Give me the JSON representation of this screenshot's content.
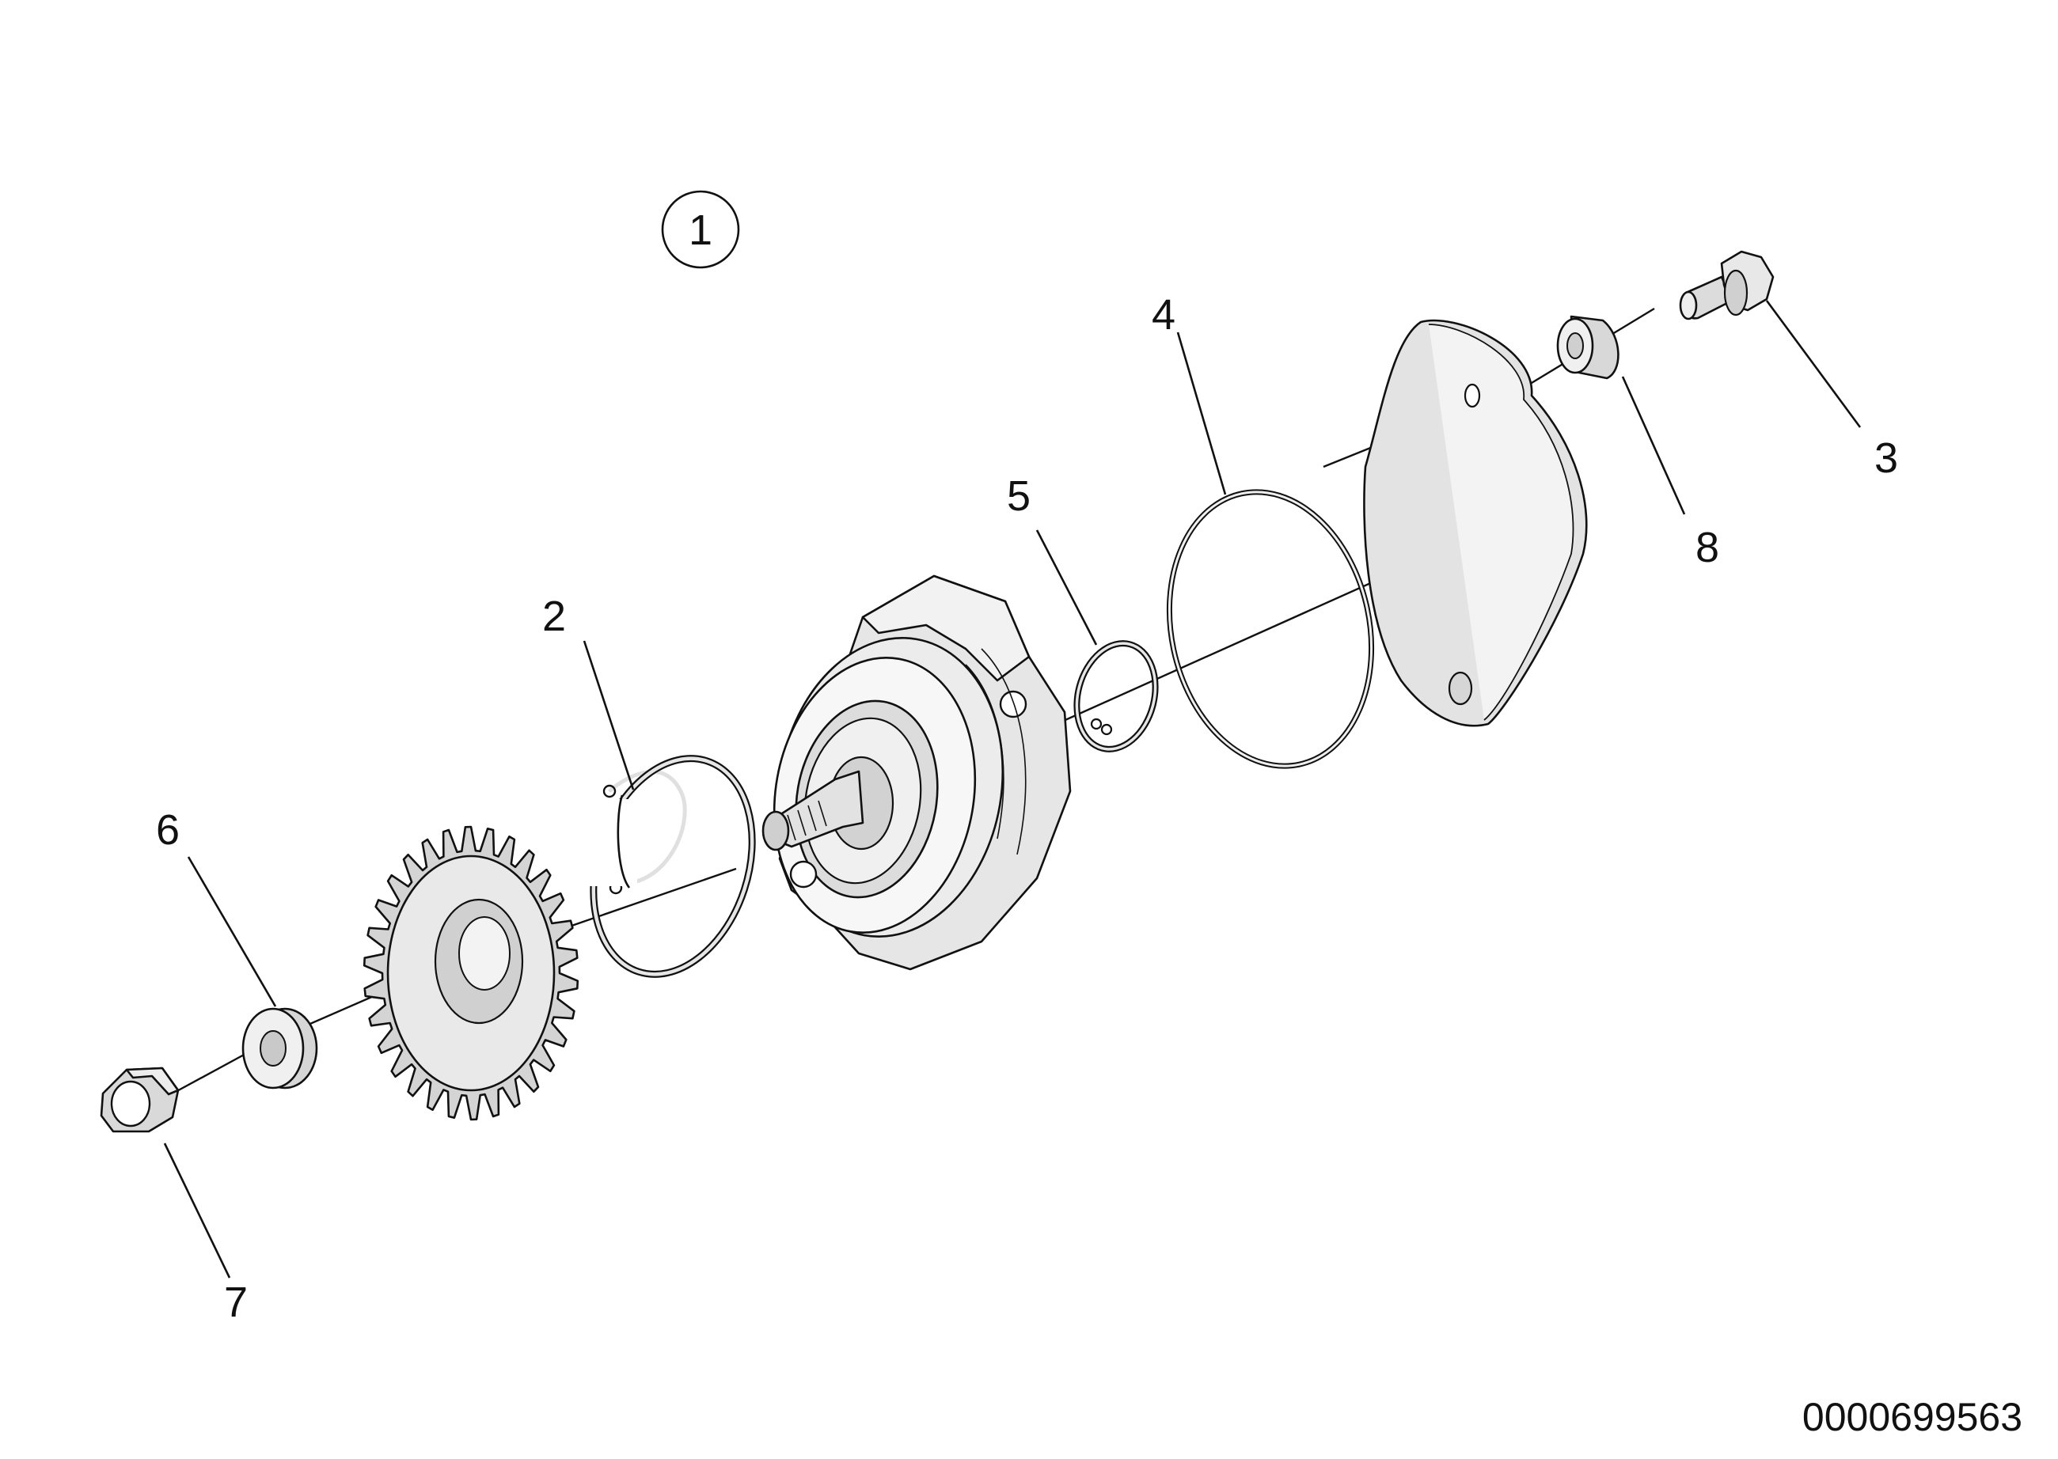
{
  "diagram": {
    "assembly_callout": "1",
    "callouts": {
      "ring_large": "2",
      "bolt": "3",
      "o_ring": "4",
      "ring_small": "5",
      "washer": "6",
      "nut": "7",
      "spacer": "8"
    },
    "document_id": "0000699563"
  }
}
